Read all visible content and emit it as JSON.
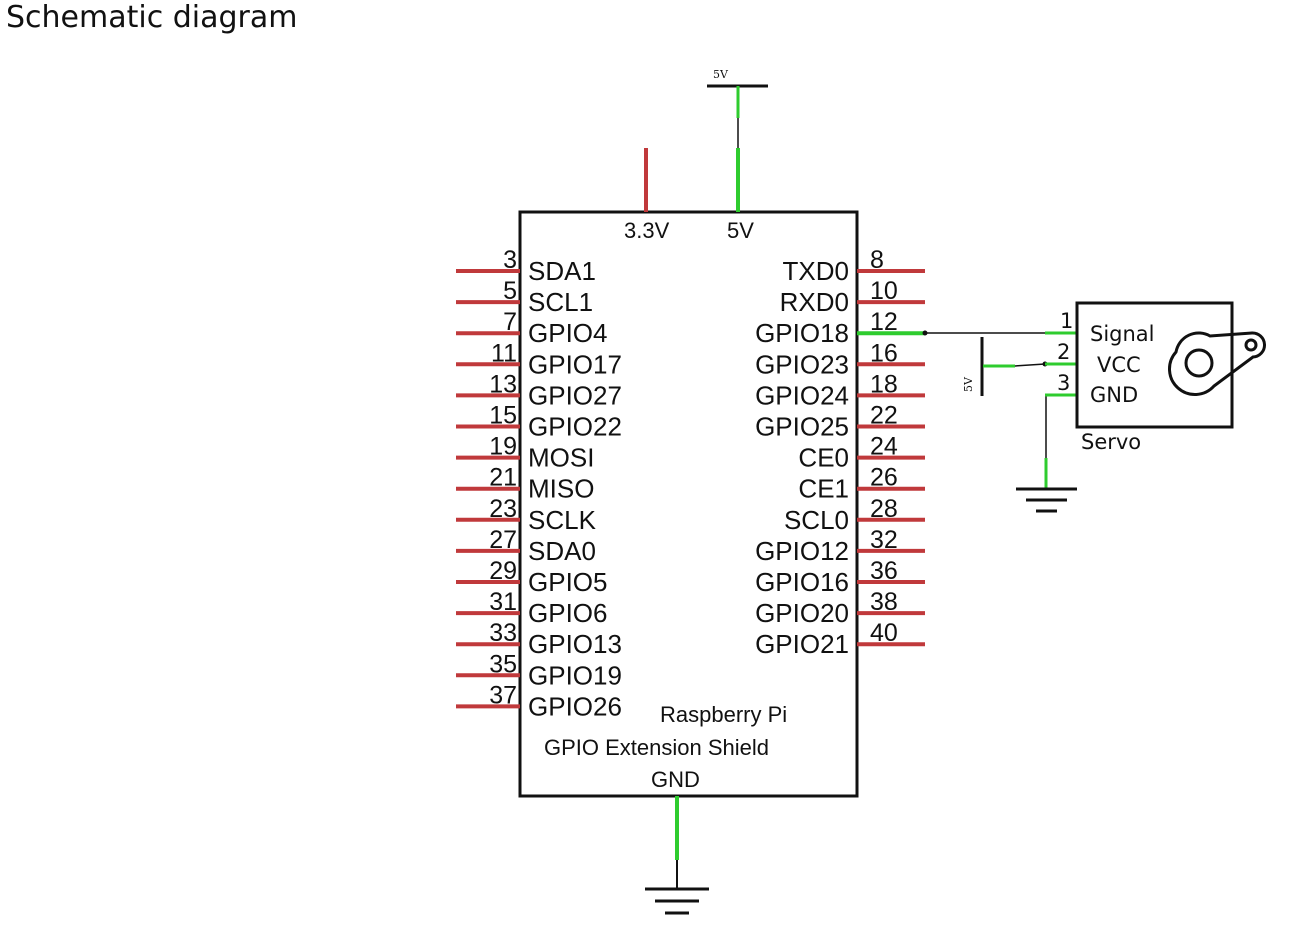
{
  "page": {
    "title": "Schematic diagram"
  },
  "colors": {
    "pin_red": "#c0393b",
    "wire_green": "#2ecc2e",
    "line": "#111111",
    "background": "#ffffff"
  },
  "board": {
    "name_line1": "Raspberry Pi",
    "name_line2": "GPIO Extension Shield",
    "gnd_label": "GND",
    "top_pins": {
      "v33": "3.3V",
      "v5": "5V"
    },
    "left_pins": [
      {
        "num": "3",
        "name": "SDA1"
      },
      {
        "num": "5",
        "name": "SCL1"
      },
      {
        "num": "7",
        "name": "GPIO4"
      },
      {
        "num": "11",
        "name": "GPIO17"
      },
      {
        "num": "13",
        "name": "GPIO27"
      },
      {
        "num": "15",
        "name": "GPIO22"
      },
      {
        "num": "19",
        "name": "MOSI"
      },
      {
        "num": "21",
        "name": "MISO"
      },
      {
        "num": "23",
        "name": "SCLK"
      },
      {
        "num": "27",
        "name": "SDA0"
      },
      {
        "num": "29",
        "name": "GPIO5"
      },
      {
        "num": "31",
        "name": "GPIO6"
      },
      {
        "num": "33",
        "name": "GPIO13"
      },
      {
        "num": "35",
        "name": "GPIO19"
      },
      {
        "num": "37",
        "name": "GPIO26"
      }
    ],
    "right_pins": [
      {
        "num": "8",
        "name": "TXD0"
      },
      {
        "num": "10",
        "name": "RXD0"
      },
      {
        "num": "12",
        "name": "GPIO18"
      },
      {
        "num": "16",
        "name": "GPIO23"
      },
      {
        "num": "18",
        "name": "GPIO24"
      },
      {
        "num": "22",
        "name": "GPIO25"
      },
      {
        "num": "24",
        "name": "CE0"
      },
      {
        "num": "26",
        "name": "CE1"
      },
      {
        "num": "28",
        "name": "SCL0"
      },
      {
        "num": "32",
        "name": "GPIO12"
      },
      {
        "num": "36",
        "name": "GPIO16"
      },
      {
        "num": "38",
        "name": "GPIO20"
      },
      {
        "num": "40",
        "name": "GPIO21"
      }
    ]
  },
  "power": {
    "top_5v_label": "5V",
    "servo_5v_label": "5V"
  },
  "servo": {
    "name": "Servo",
    "pins": [
      {
        "num": "1",
        "name": "Signal"
      },
      {
        "num": "2",
        "name": "VCC"
      },
      {
        "num": "3",
        "name": "GND"
      }
    ]
  }
}
